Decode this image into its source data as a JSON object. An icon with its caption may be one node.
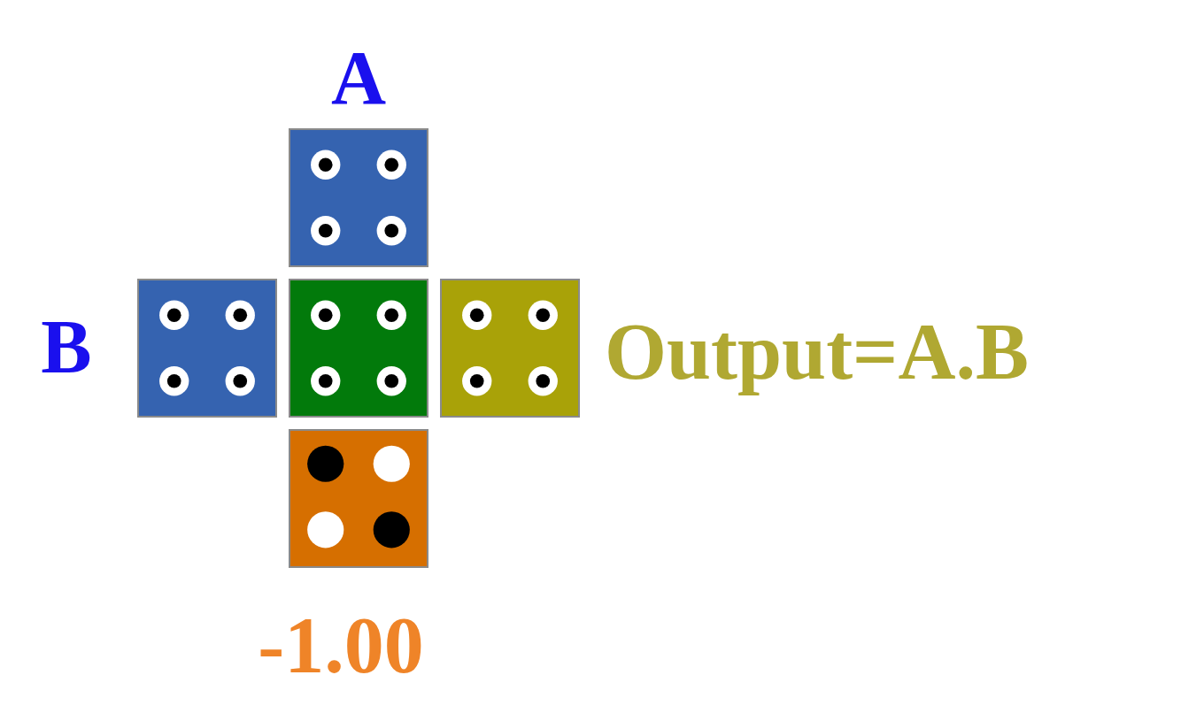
{
  "diagram": {
    "nodes": [
      {
        "text": [],
        "shape": "box",
        "beside": [
          "A"
        ]
      },
      {
        "text": [],
        "shape": "box",
        "beside": [
          "B"
        ]
      },
      {
        "text": [],
        "shape": "box"
      },
      {
        "text": [],
        "shape": "box",
        "beside": [
          "Output=A.B"
        ]
      },
      {
        "text": [],
        "shape": "box",
        "beside": [
          "-1.00"
        ]
      }
    ]
  }
}
